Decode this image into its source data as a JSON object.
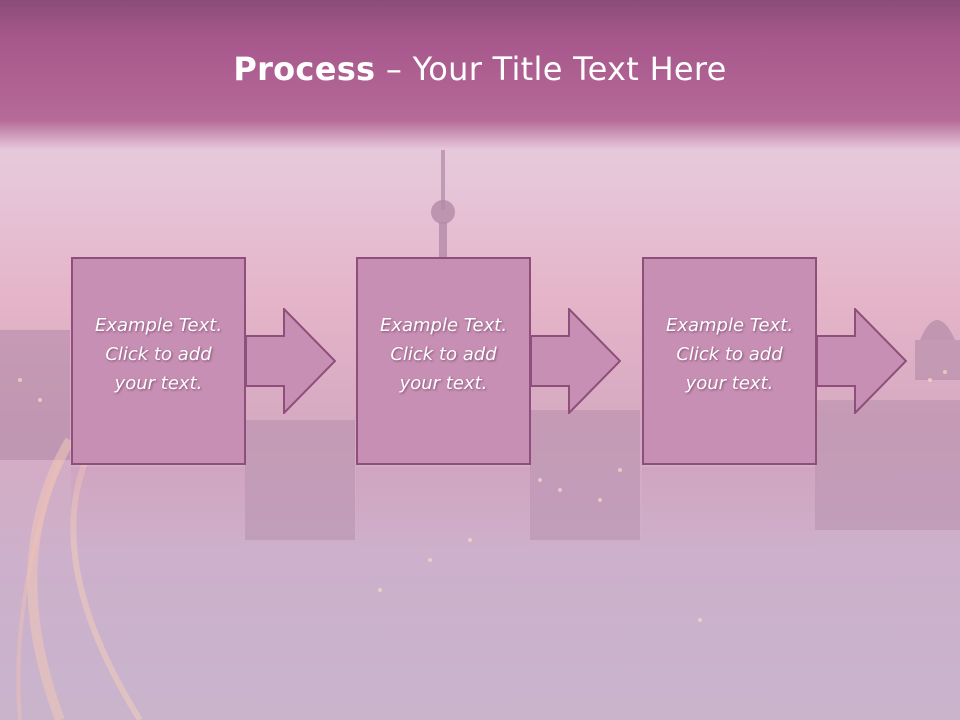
{
  "slide": {
    "title_bold": "Process",
    "title_rest": " – Your Title Text Here"
  },
  "steps": [
    {
      "text": "Example Text.\nClick  to add\nyour text."
    },
    {
      "text": "Example Text.\nClick  to add\nyour text."
    },
    {
      "text": "Example Text.\nClick  to add\nyour text."
    }
  ],
  "colors": {
    "title_band": "#a8588c",
    "box_fill": "#c88fb4",
    "box_border": "#8e4f7b"
  }
}
